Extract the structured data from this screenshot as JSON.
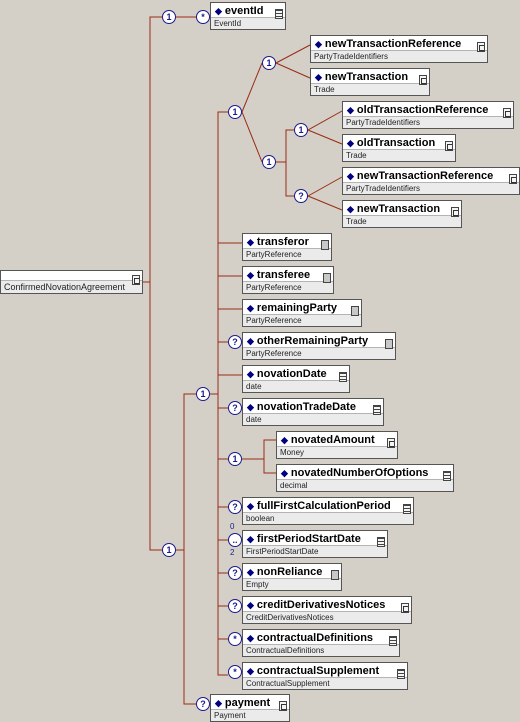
{
  "root": {
    "type": "ConfirmedNovationAgreement"
  },
  "compositors": {
    "top": "1",
    "top_inner": "*",
    "main_choice": "1",
    "choice_a": "1",
    "choice_b": "1",
    "choice_b1": "1",
    "choice_b2": "?",
    "second_seq": "1",
    "seq_detail": "1",
    "novated_choice": "1",
    "other_remaining_opt": "?",
    "novation_trade_opt": "?",
    "full_first_opt": "?",
    "first_period_opt": "..",
    "non_reliance_opt": "?",
    "credit_notices_opt": "?",
    "contractual_def_opt": "*",
    "contractual_sup_opt": "*",
    "payment_opt": "?"
  },
  "cardinality": {
    "first_period_min": "0",
    "first_period_max": "2"
  },
  "elements": [
    {
      "id": "eventId",
      "name": "eventId",
      "type": "EventId"
    },
    {
      "id": "newTransactionReference1",
      "name": "newTransactionReference",
      "type": "PartyTradeIdentifiers"
    },
    {
      "id": "newTransaction1",
      "name": "newTransaction",
      "type": "Trade"
    },
    {
      "id": "oldTransactionReference",
      "name": "oldTransactionReference",
      "type": "PartyTradeIdentifiers"
    },
    {
      "id": "oldTransaction",
      "name": "oldTransaction",
      "type": "Trade"
    },
    {
      "id": "newTransactionReference2",
      "name": "newTransactionReference",
      "type": "PartyTradeIdentifiers"
    },
    {
      "id": "newTransaction2",
      "name": "newTransaction",
      "type": "Trade"
    },
    {
      "id": "transferor",
      "name": "transferor",
      "type": "PartyReference"
    },
    {
      "id": "transferee",
      "name": "transferee",
      "type": "PartyReference"
    },
    {
      "id": "remainingParty",
      "name": "remainingParty",
      "type": "PartyReference"
    },
    {
      "id": "otherRemainingParty",
      "name": "otherRemainingParty",
      "type": "PartyReference"
    },
    {
      "id": "novationDate",
      "name": "novationDate",
      "type": "date"
    },
    {
      "id": "novationTradeDate",
      "name": "novationTradeDate",
      "type": "date"
    },
    {
      "id": "novatedAmount",
      "name": "novatedAmount",
      "type": "Money"
    },
    {
      "id": "novatedNumberOfOptions",
      "name": "novatedNumberOfOptions",
      "type": "decimal"
    },
    {
      "id": "fullFirstCalculationPeriod",
      "name": "fullFirstCalculationPeriod",
      "type": "boolean"
    },
    {
      "id": "firstPeriodStartDate",
      "name": "firstPeriodStartDate",
      "type": "FirstPeriodStartDate"
    },
    {
      "id": "nonReliance",
      "name": "nonReliance",
      "type": "Empty"
    },
    {
      "id": "creditDerivativesNotices",
      "name": "creditDerivativesNotices",
      "type": "CreditDerivativesNotices"
    },
    {
      "id": "contractualDefinitions",
      "name": "contractualDefinitions",
      "type": "ContractualDefinitions"
    },
    {
      "id": "contractualSupplement",
      "name": "contractualSupplement",
      "type": "ContractualSupplement"
    },
    {
      "id": "payment",
      "name": "payment",
      "type": "Payment"
    }
  ]
}
